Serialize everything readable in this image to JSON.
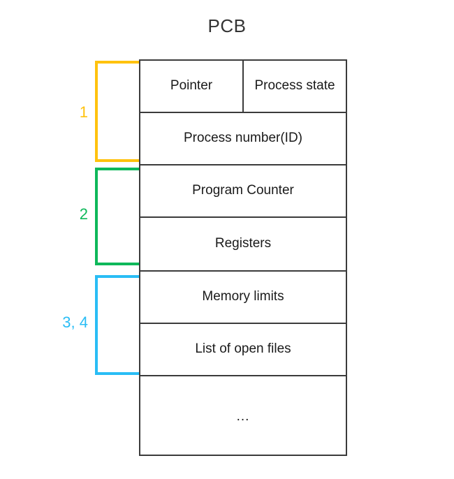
{
  "diagram": {
    "title": "PCB",
    "colors": {
      "bracket_1": "#FFC20E",
      "bracket_2": "#0EB85A",
      "bracket_3": "#29BDF5",
      "table_border": "#3b3b3b",
      "text": "#1a1a1a",
      "background": "#ffffff"
    },
    "table": {
      "rows": [
        {
          "type": "split",
          "cells": [
            "Pointer",
            "Process state"
          ]
        },
        {
          "type": "single",
          "cells": [
            "Process number(ID)"
          ]
        },
        {
          "type": "single",
          "cells": [
            "Program Counter"
          ]
        },
        {
          "type": "single",
          "cells": [
            "Registers"
          ]
        },
        {
          "type": "single",
          "cells": [
            "Memory limits"
          ]
        },
        {
          "type": "single",
          "cells": [
            "List of open files"
          ]
        },
        {
          "type": "single",
          "cells": [
            "..."
          ]
        }
      ]
    },
    "brackets": [
      {
        "label": "1",
        "color": "#FFC20E",
        "covers": [
          "Pointer / Process state",
          "Process number(ID)"
        ]
      },
      {
        "label": "2",
        "color": "#0EB85A",
        "covers": [
          "Program Counter",
          "Registers"
        ]
      },
      {
        "label": "3, 4",
        "color": "#29BDF5",
        "covers": [
          "Memory limits",
          "List of open files"
        ]
      }
    ]
  }
}
